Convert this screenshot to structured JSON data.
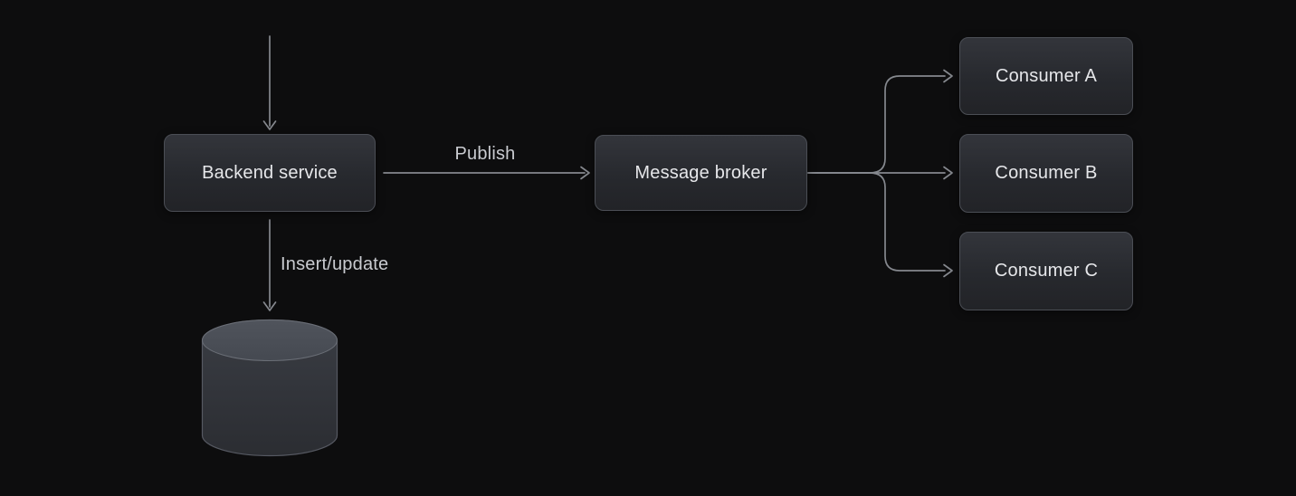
{
  "diagram": {
    "type": "flow-diagram",
    "nodes": {
      "backend": {
        "label": "Backend service"
      },
      "broker": {
        "label": "Message broker"
      },
      "consumer_a": {
        "label": "Consumer A"
      },
      "consumer_b": {
        "label": "Consumer B"
      },
      "consumer_c": {
        "label": "Consumer C"
      },
      "database": {
        "icon": "database-cylinder-icon",
        "label": ""
      }
    },
    "edges": {
      "incoming": {
        "label": "",
        "from": "top",
        "to": "backend"
      },
      "publish": {
        "label": "Publish",
        "from": "backend",
        "to": "broker"
      },
      "insert_update": {
        "label": "Insert/update",
        "from": "backend",
        "to": "database"
      },
      "fan_out_a": {
        "label": "",
        "from": "broker",
        "to": "consumer_a"
      },
      "fan_out_b": {
        "label": "",
        "from": "broker",
        "to": "consumer_b"
      },
      "fan_out_c": {
        "label": "",
        "from": "broker",
        "to": "consumer_c"
      }
    },
    "colors": {
      "background": "#0d0d0e",
      "node_fill_top": "#33353b",
      "node_fill_bottom": "#222327",
      "node_border": "#4b4e55",
      "node_text": "#e6e7ea",
      "connector_line": "#85888e",
      "edge_label_text": "#c9cbd0",
      "cylinder_top": "#4b4f57",
      "cylinder_body_top": "#3a3d44",
      "cylinder_body_bottom": "#2b2d32",
      "cylinder_stroke": "#565962"
    }
  }
}
